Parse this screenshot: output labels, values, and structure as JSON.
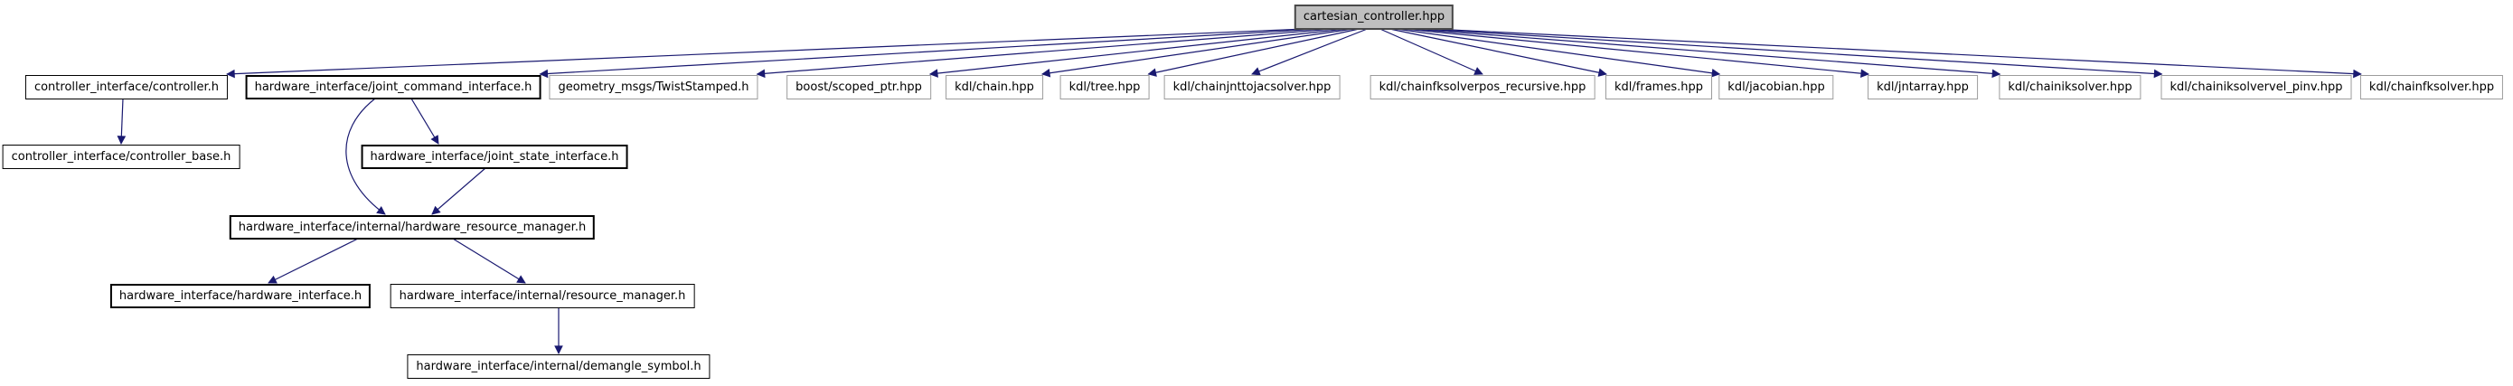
{
  "graph": {
    "title": "cartesian_controller.hpp include dependency graph",
    "edge_color": "#191970",
    "root_fill_color": "#bfbfbf",
    "node_fill_color": "#ffffff",
    "nodes": [
      {
        "id": "main",
        "label": "cartesian_controller.hpp"
      },
      {
        "id": "controller",
        "label": "controller_interface/controller.h"
      },
      {
        "id": "joint_command",
        "label": "hardware_interface/joint_command_interface.h"
      },
      {
        "id": "twist_stamped",
        "label": "geometry_msgs/TwistStamped.h"
      },
      {
        "id": "scoped_ptr",
        "label": "boost/scoped_ptr.hpp"
      },
      {
        "id": "chain",
        "label": "kdl/chain.hpp"
      },
      {
        "id": "tree",
        "label": "kdl/tree.hpp"
      },
      {
        "id": "jnttojac",
        "label": "kdl/chainjnttojacsolver.hpp"
      },
      {
        "id": "fksolverpos",
        "label": "kdl/chainfksolverpos_recursive.hpp"
      },
      {
        "id": "frames",
        "label": "kdl/frames.hpp"
      },
      {
        "id": "jacobian",
        "label": "kdl/jacobian.hpp"
      },
      {
        "id": "jntarray",
        "label": "kdl/jntarray.hpp"
      },
      {
        "id": "iksolver",
        "label": "kdl/chainiksolver.hpp"
      },
      {
        "id": "iksolvervel",
        "label": "kdl/chainiksolvervel_pinv.hpp"
      },
      {
        "id": "fksolver",
        "label": "kdl/chainfksolver.hpp"
      },
      {
        "id": "controller_base",
        "label": "controller_interface/controller_base.h"
      },
      {
        "id": "joint_state",
        "label": "hardware_interface/joint_state_interface.h"
      },
      {
        "id": "hw_resource_mgr",
        "label": "hardware_interface/internal/hardware_resource_manager.h"
      },
      {
        "id": "hw_interface",
        "label": "hardware_interface/hardware_interface.h"
      },
      {
        "id": "resource_mgr",
        "label": "hardware_interface/internal/resource_manager.h"
      },
      {
        "id": "demangle",
        "label": "hardware_interface/internal/demangle_symbol.h"
      }
    ],
    "edges": [
      {
        "from": "main",
        "to": "controller",
        "kind": "fan"
      },
      {
        "from": "main",
        "to": "joint_command",
        "kind": "fan"
      },
      {
        "from": "main",
        "to": "twist_stamped",
        "kind": "fan"
      },
      {
        "from": "main",
        "to": "scoped_ptr",
        "kind": "fan"
      },
      {
        "from": "main",
        "to": "chain",
        "kind": "fan"
      },
      {
        "from": "main",
        "to": "tree",
        "kind": "fan"
      },
      {
        "from": "main",
        "to": "jnttojac",
        "kind": "fan"
      },
      {
        "from": "main",
        "to": "fksolverpos",
        "kind": "fan"
      },
      {
        "from": "main",
        "to": "frames",
        "kind": "fan"
      },
      {
        "from": "main",
        "to": "jacobian",
        "kind": "fan"
      },
      {
        "from": "main",
        "to": "jntarray",
        "kind": "fan"
      },
      {
        "from": "main",
        "to": "iksolver",
        "kind": "fan"
      },
      {
        "from": "main",
        "to": "iksolvervel",
        "kind": "fan"
      },
      {
        "from": "main",
        "to": "fksolver",
        "kind": "fan"
      },
      {
        "from": "controller",
        "to": "controller_base",
        "kind": "line",
        "fromDx": -4,
        "toDx": 0
      },
      {
        "from": "joint_command",
        "to": "joint_state",
        "kind": "line",
        "fromDx": 20,
        "toDx": -62
      },
      {
        "from": "joint_command",
        "to": "hw_resource_mgr",
        "kind": "curve",
        "fromDx": -20,
        "toDx": -30
      },
      {
        "from": "joint_state",
        "to": "hw_resource_mgr",
        "kind": "line",
        "fromDx": -10,
        "toDx": 22
      },
      {
        "from": "hw_resource_mgr",
        "to": "hw_interface",
        "kind": "line",
        "fromDx": -60,
        "toDx": 31
      },
      {
        "from": "hw_resource_mgr",
        "to": "resource_mgr",
        "kind": "line",
        "fromDx": 45,
        "toDx": -19
      },
      {
        "from": "resource_mgr",
        "to": "demangle",
        "kind": "line",
        "fromDx": 18,
        "toDx": 0
      }
    ]
  }
}
